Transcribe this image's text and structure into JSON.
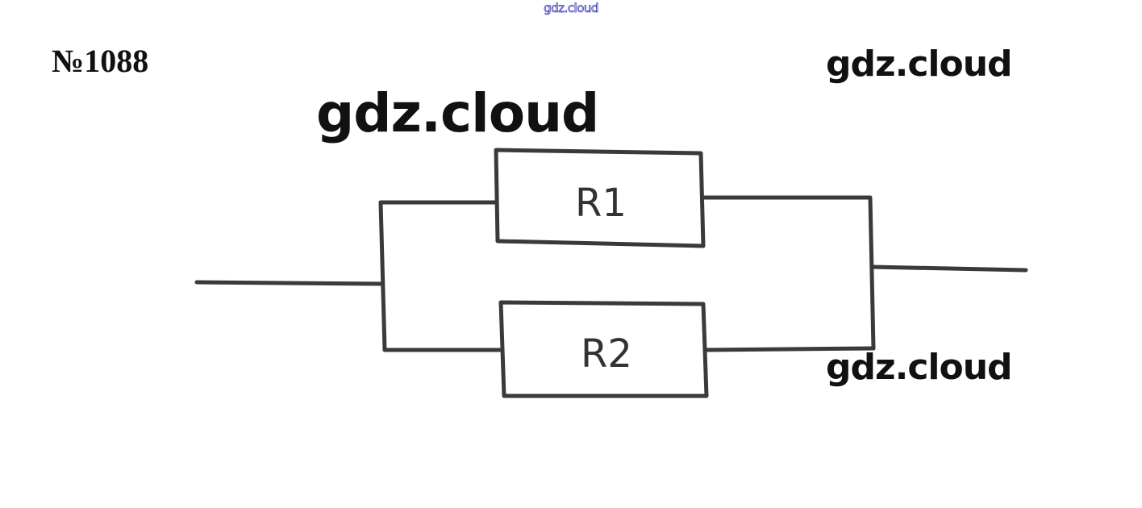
{
  "header": {
    "watermark": "gdz.cloud"
  },
  "problem": {
    "number": "№1088"
  },
  "watermarks": {
    "center": "gdz.cloud",
    "top_right": "gdz.cloud",
    "bottom_right": "gdz.cloud"
  },
  "circuit": {
    "type": "parallel",
    "wire_color": "#3a3a3a",
    "resistors": [
      {
        "id": "r1",
        "label": "R1",
        "branch": "top"
      },
      {
        "id": "r2",
        "label": "R2",
        "branch": "bottom"
      }
    ]
  }
}
